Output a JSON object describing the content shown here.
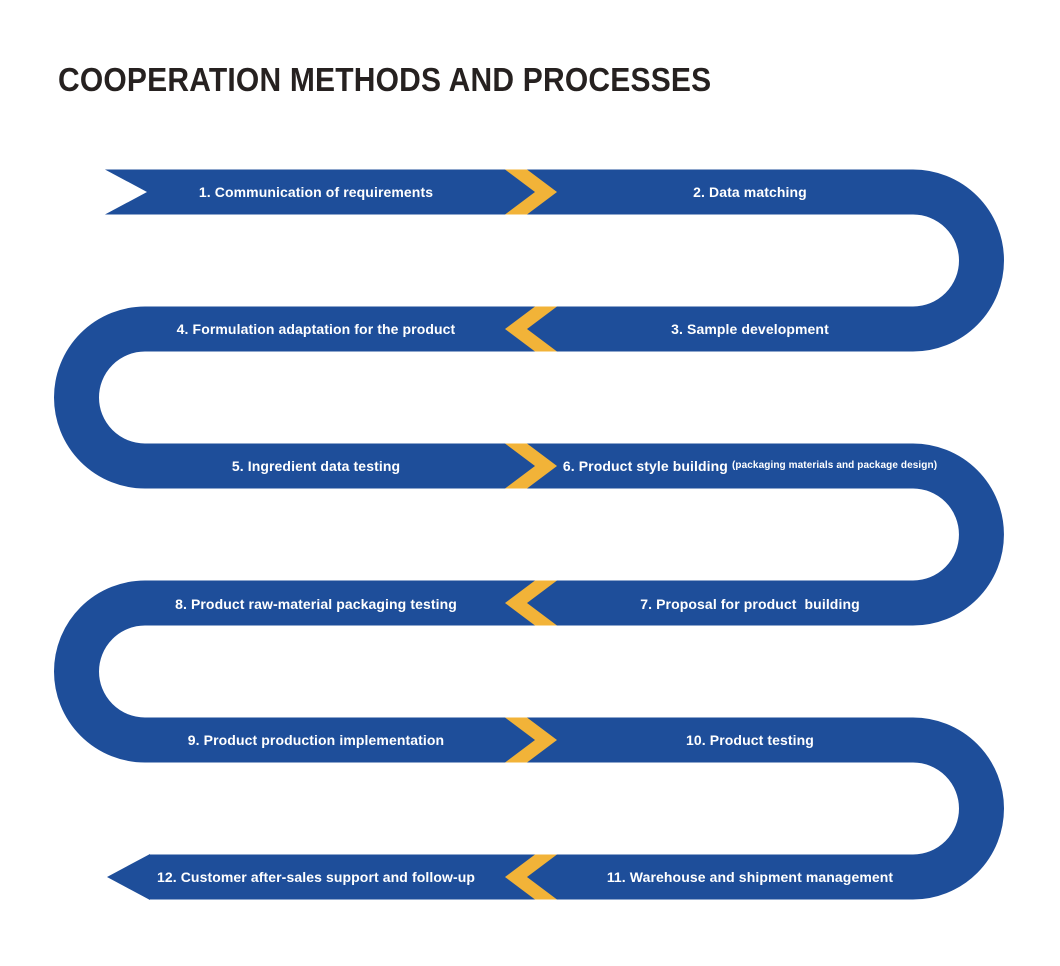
{
  "title": "COOPERATION METHODS AND PROCESSES",
  "colors": {
    "ribbon_blue": "#1e4e9a",
    "chevron_yellow": "#f2b338",
    "title_text": "#262120",
    "step_text": "#ffffff",
    "background": "#ffffff"
  },
  "flow": {
    "direction": "serpentine-top-left-to-bottom-left",
    "steps": [
      {
        "label": "1. Communication of requirements"
      },
      {
        "label": "2. Data matching"
      },
      {
        "label": "3. Sample development"
      },
      {
        "label": "4. Formulation adaptation for the product"
      },
      {
        "label": "5. Ingredient data testing"
      },
      {
        "label": "6. Product style building",
        "note": "(packaging materials and package design)"
      },
      {
        "label": "7. Proposal for product  building"
      },
      {
        "label": "8. Product raw-material packaging testing"
      },
      {
        "label": "9. Product production implementation"
      },
      {
        "label": "10. Product testing"
      },
      {
        "label": "11. Warehouse and shipment management"
      },
      {
        "label": "12. Customer after-sales support and follow-up"
      }
    ]
  }
}
